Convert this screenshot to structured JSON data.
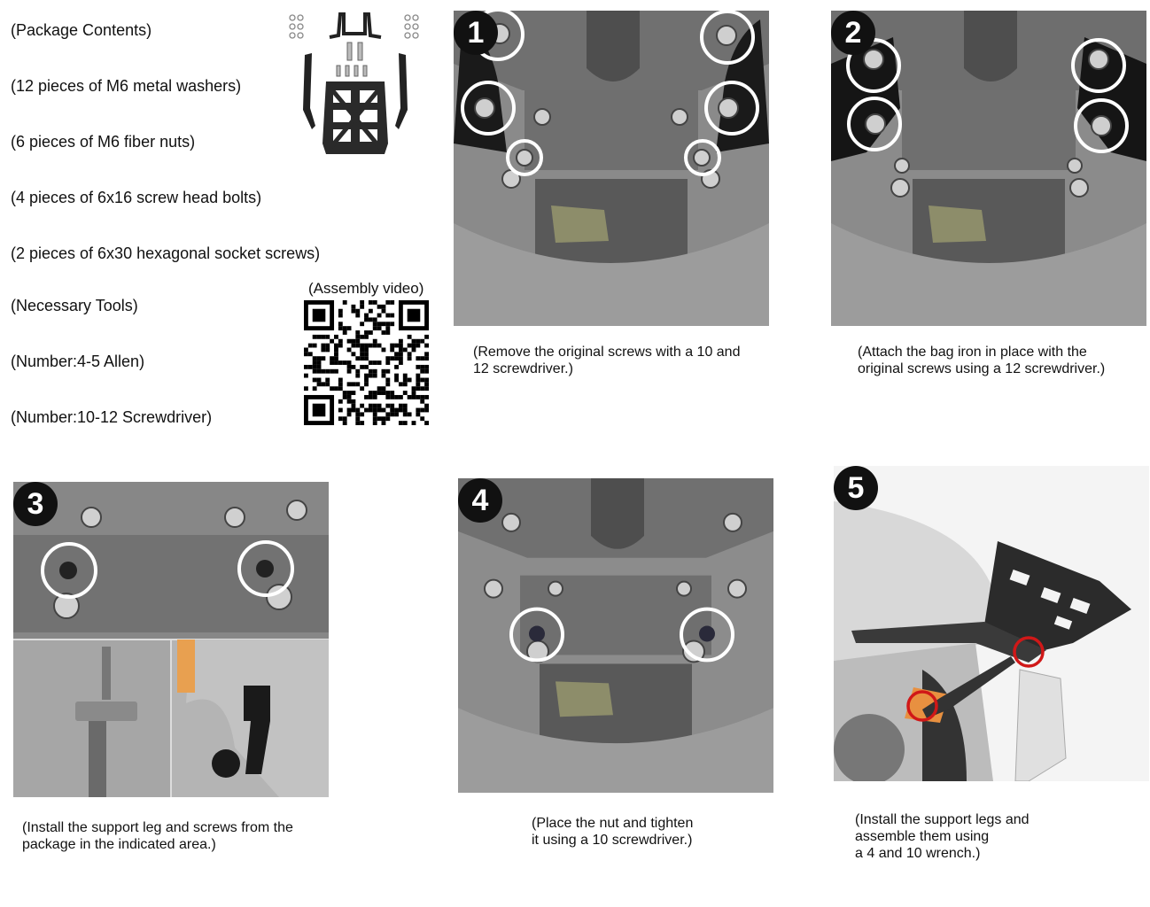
{
  "package": {
    "contents_title": "(Package Contents)",
    "items": [
      "(12 pieces of M6 metal washers)",
      "(6 pieces of M6 fiber nuts)",
      "(4 pieces of 6x16 screw head bolts)",
      "(2 pieces of 6x30 hexagonal socket screws)"
    ]
  },
  "tools": {
    "title": "(Necessary Tools)",
    "items": [
      "(Number:4-5 Allen)",
      "(Number:10-12 Screwdriver)"
    ]
  },
  "qr": {
    "label": "(Assembly video)"
  },
  "steps": [
    {
      "number": "1",
      "caption": "(Remove the original screws with a 10 and\n12 screwdriver.)"
    },
    {
      "number": "2",
      "caption": "(Attach the bag iron in place with the\noriginal screws using a 12 screwdriver.)"
    },
    {
      "number": "3",
      "caption": "(Install the support leg and screws from the\npackage in the indicated area.)"
    },
    {
      "number": "4",
      "caption": "(Place the nut and tighten\nit using a 10 screwdriver.)"
    },
    {
      "number": "5",
      "caption": "(Install the support legs and\nassemble them using\na 4 and 10 wrench.)"
    }
  ],
  "colors": {
    "photo_gray": "#8e8e8e",
    "highlight_circle_white": "#ffffff",
    "highlight_circle_red": "#d01818",
    "badge": "#111111"
  }
}
